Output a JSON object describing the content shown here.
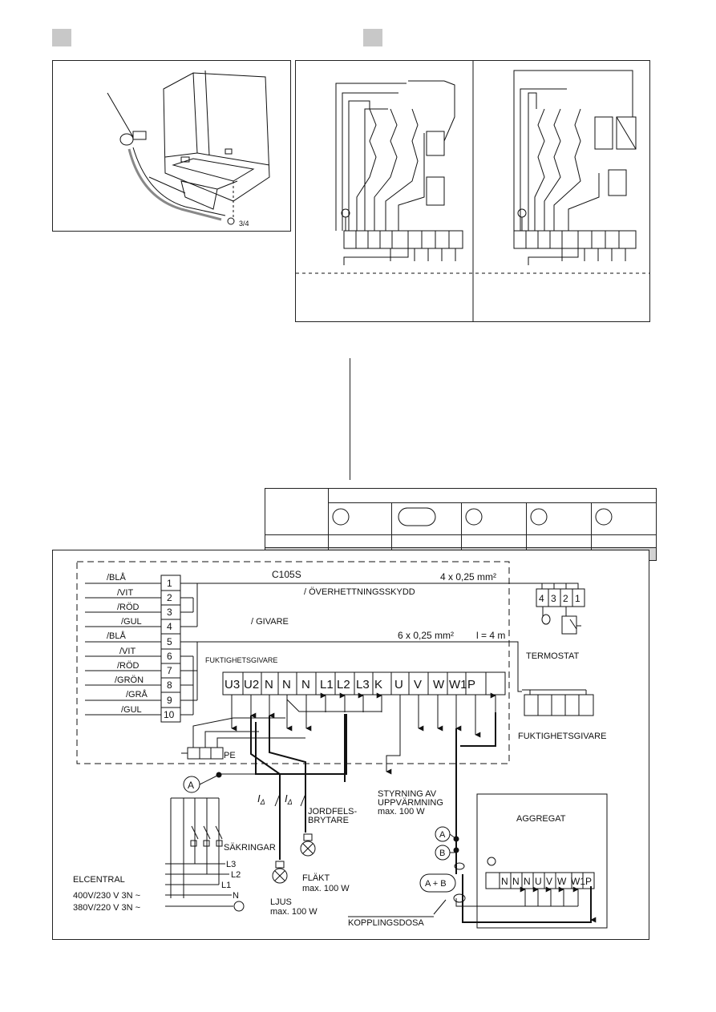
{
  "steam_diagram": {
    "model": "C105S",
    "cable_a": "4 x 0,25 mm²",
    "cable_b": "6 x 0,25 mm²",
    "cable_length": "l = 4 m",
    "overheat_label": "/ ÖVERHETTNINGSSKYDD",
    "sensor_label": "/ GIVARE",
    "humidity_sensor_label": "FUKTIGHETSGIVARE",
    "thermostat_label": "TERMOSTAT",
    "humidity_sensor_right_label": "FUKTIGHETSGIVARE",
    "thermostat_terminals": [
      "4",
      "3",
      "2",
      "1"
    ],
    "left_terminals": [
      {
        "num": "1",
        "wire": "/BLÅ"
      },
      {
        "num": "2",
        "wire": "/VIT"
      },
      {
        "num": "3",
        "wire": "/RÖD"
      },
      {
        "num": "4",
        "wire": "/GUL"
      },
      {
        "num": "5",
        "wire": "/BLÅ"
      },
      {
        "num": "6",
        "wire": "/VIT"
      },
      {
        "num": "7",
        "wire": "/RÖD"
      },
      {
        "num": "8",
        "wire": "/GRÖN"
      },
      {
        "num": "9",
        "wire": "/GRÅ"
      },
      {
        "num": "10",
        "wire": "/GUL"
      }
    ],
    "main_terminals": [
      "U3",
      "U2",
      "N",
      "N",
      "N",
      "L1",
      "L2",
      "L3",
      "K",
      "U",
      "V",
      "W",
      "W1",
      "P"
    ],
    "pe_label": "PE",
    "ammeter": "A",
    "fuses_label": "SÄKRINGAR",
    "lines": [
      "L3",
      "L2",
      "L1",
      "N"
    ],
    "elcentral": "ELCENTRAL",
    "supply_1": "400V/230 V 3N ~",
    "supply_2": "380V/220 V 3N ~",
    "earth_fault_1": "JORDFELS-",
    "earth_fault_2": "BRYTARE",
    "fan_label": "FLÄKT",
    "fan_max": "max. 100 W",
    "light_label": "LJUS",
    "light_max": "max. 100 W",
    "heating_1": "STYRNING AV",
    "heating_2": "UPPVÄRMNING",
    "heating_max": "max. 100 W",
    "marker_a": "A",
    "marker_b": "B",
    "marker_ab": "A + B",
    "junction_box": "KOPPLINGSDOSA",
    "aggregat_label": "AGGREGAT",
    "aggregat_terminals": [
      "N",
      "N",
      "N",
      "U",
      "V",
      "W",
      "W1",
      "P"
    ]
  },
  "colors": {
    "line": "#111111",
    "tab_gray": "#c8c8c8",
    "table_gray": "#d2d2d2"
  }
}
